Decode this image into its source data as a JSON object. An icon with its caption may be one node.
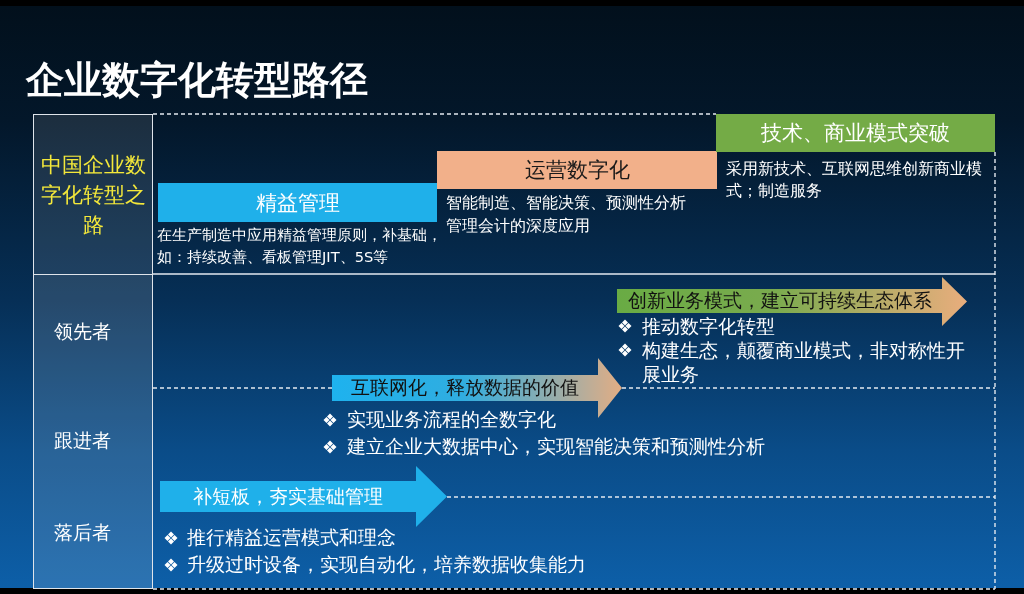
{
  "diagram": {
    "title": "企业数字化转型路径",
    "nodes": [
      {
        "text": [
          "中国企业数字化转型之路"
        ]
      },
      {
        "text": [
          "精益管理"
        ],
        "beside": [
          "在生产制造中应用精益管理原则，补基础，如：持续改善、看板管理JIT、5S等"
        ]
      },
      {
        "text": [
          "运营数字化"
        ],
        "beside": [
          "智能制造、智能决策、预测性分析",
          "管理会计的深度应用"
        ]
      },
      {
        "text": [
          "技术、商业模式突破"
        ],
        "beside": [
          "采用新技术、互联网思维创新商业模式；制造服务"
        ]
      },
      {
        "text": [
          "领先者",
          "跟进者",
          "落后者"
        ]
      },
      {
        "text": [
          "创新业务模式，建立可持续生态体系"
        ],
        "beside": [
          "推动数字化转型",
          "构建生态，颠覆商业模式，非对称性开展业务"
        ]
      },
      {
        "text": [
          "互联网化，释放数据的价值"
        ],
        "beside": [
          "实现业务流程的全数字化",
          "建立企业大数据中心，实现智能决策和预测性分析"
        ]
      },
      {
        "text": [
          "补短板，夯实基础管理"
        ],
        "beside": [
          "推行精益运营模式和理念",
          "升级过时设备，实现自动化，培养数据收集能力"
        ]
      }
    ]
  }
}
